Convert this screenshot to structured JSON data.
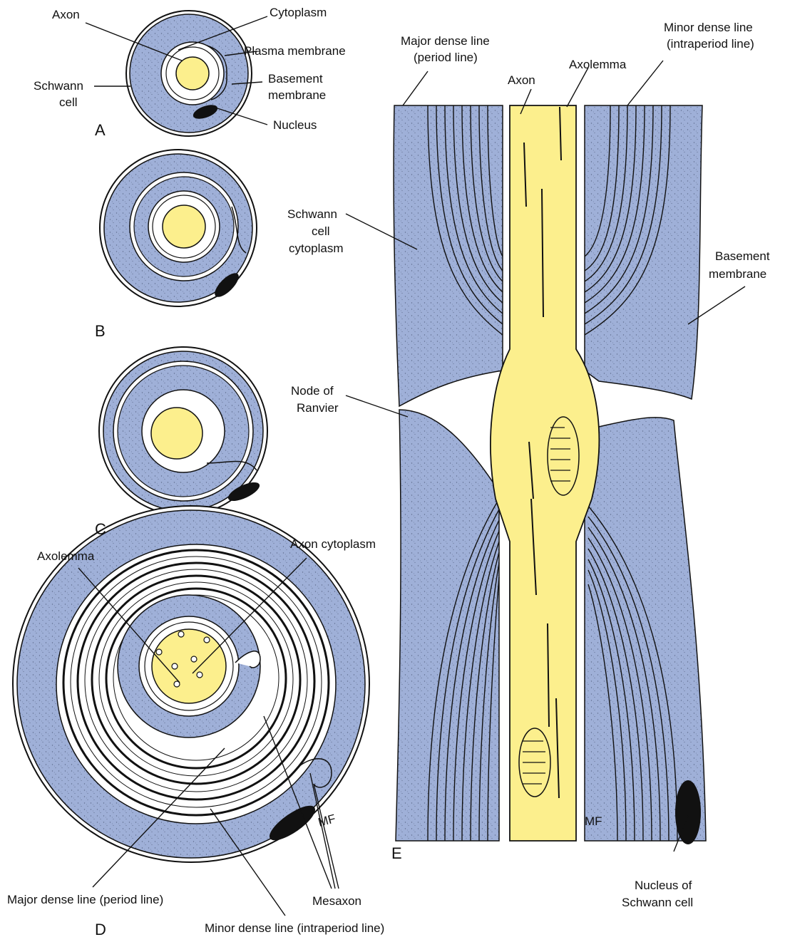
{
  "colors": {
    "cytoplasm": "#9fb0d8",
    "axon": "#fcef8d",
    "membrane": "#ffffff",
    "outline": "#111111",
    "nucleus": "#111111"
  },
  "panels": {
    "a": "A",
    "b": "B",
    "c": "C",
    "d": "D",
    "e": "E"
  },
  "labels": {
    "a_axon": "Axon",
    "a_cytoplasm": "Cytoplasm",
    "a_plasma_membrane": "Plasma membrane",
    "a_basement_1": "Basement",
    "a_basement_2": "membrane",
    "a_schwann_1": "Schwann",
    "a_schwann_2": "cell",
    "a_nucleus": "Nucleus",
    "d_axolemma": "Axolemma",
    "d_axon_cytoplasm": "Axon cytoplasm",
    "d_major": "Major dense line (period line)",
    "d_minor": "Minor dense line (intraperiod line)",
    "d_mesaxon": "Mesaxon",
    "e_major_1": "Major dense line",
    "e_major_2": "(period line)",
    "e_axon": "Axon",
    "e_axolemma": "Axolemma",
    "e_minor_1": "Minor dense line",
    "e_minor_2": "(intraperiod line)",
    "e_schwann_1": "Schwann",
    "e_schwann_2": "cell",
    "e_schwann_3": "cytoplasm",
    "e_basement_1": "Basement",
    "e_basement_2": "membrane",
    "e_node_1": "Node of",
    "e_node_2": "Ranvier",
    "e_nucleus_1": "Nucleus of",
    "e_nucleus_2": "Schwann cell",
    "signature": "MF"
  }
}
